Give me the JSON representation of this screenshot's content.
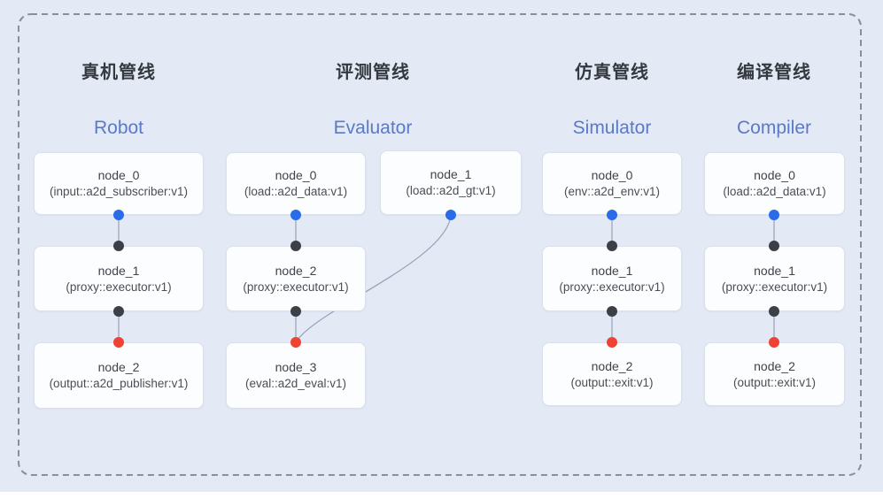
{
  "figure": {
    "background_color": "#e4e9f6",
    "dashed_border_color": "#8a8f9a",
    "edge_color": "#97a2b6",
    "node_fill": "#fcfdfe",
    "node_border_color": "#dbe0e9",
    "header_title_color": "#34383f",
    "header_subtitle_color": "#5a7ac5",
    "port_colors": {
      "source_output_dot": "#2a6ce8",
      "relay_dot": "#3b4046",
      "terminal_input_dot": "#ee4233"
    }
  },
  "pipelines": [
    {
      "id": "robot",
      "title_zh": "真机管线",
      "title_en": "Robot",
      "nodes": [
        {
          "name": "node_0",
          "type": "(input::a2d_subscriber:v1)"
        },
        {
          "name": "node_1",
          "type": "(proxy::executor:v1)"
        },
        {
          "name": "node_2",
          "type": "(output::a2d_publisher:v1)"
        }
      ],
      "edges": [
        "node_0 → node_1",
        "node_1 → node_2"
      ]
    },
    {
      "id": "evaluator",
      "title_zh": "评测管线",
      "title_en": "Evaluator",
      "nodes": [
        {
          "name": "node_0",
          "type": "(load::a2d_data:v1)"
        },
        {
          "name": "node_1",
          "type": "(load::a2d_gt:v1)"
        },
        {
          "name": "node_2",
          "type": "(proxy::executor:v1)"
        },
        {
          "name": "node_3",
          "type": "(eval::a2d_eval:v1)"
        }
      ],
      "edges": [
        "node_0 → node_2",
        "node_2 → node_3",
        "node_1 → node_3"
      ]
    },
    {
      "id": "simulator",
      "title_zh": "仿真管线",
      "title_en": "Simulator",
      "nodes": [
        {
          "name": "node_0",
          "type": "(env::a2d_env:v1)"
        },
        {
          "name": "node_1",
          "type": "(proxy::executor:v1)"
        },
        {
          "name": "node_2",
          "type": "(output::exit:v1)"
        }
      ],
      "edges": [
        "node_0 → node_1",
        "node_1 → node_2"
      ]
    },
    {
      "id": "compiler",
      "title_zh": "编译管线",
      "title_en": "Compiler",
      "nodes": [
        {
          "name": "node_0",
          "type": "(load::a2d_data:v1)"
        },
        {
          "name": "node_1",
          "type": "(proxy::executor:v1)"
        },
        {
          "name": "node_2",
          "type": "(output::exit:v1)"
        }
      ],
      "edges": [
        "node_0 → node_1",
        "node_1 → node_2"
      ]
    }
  ]
}
